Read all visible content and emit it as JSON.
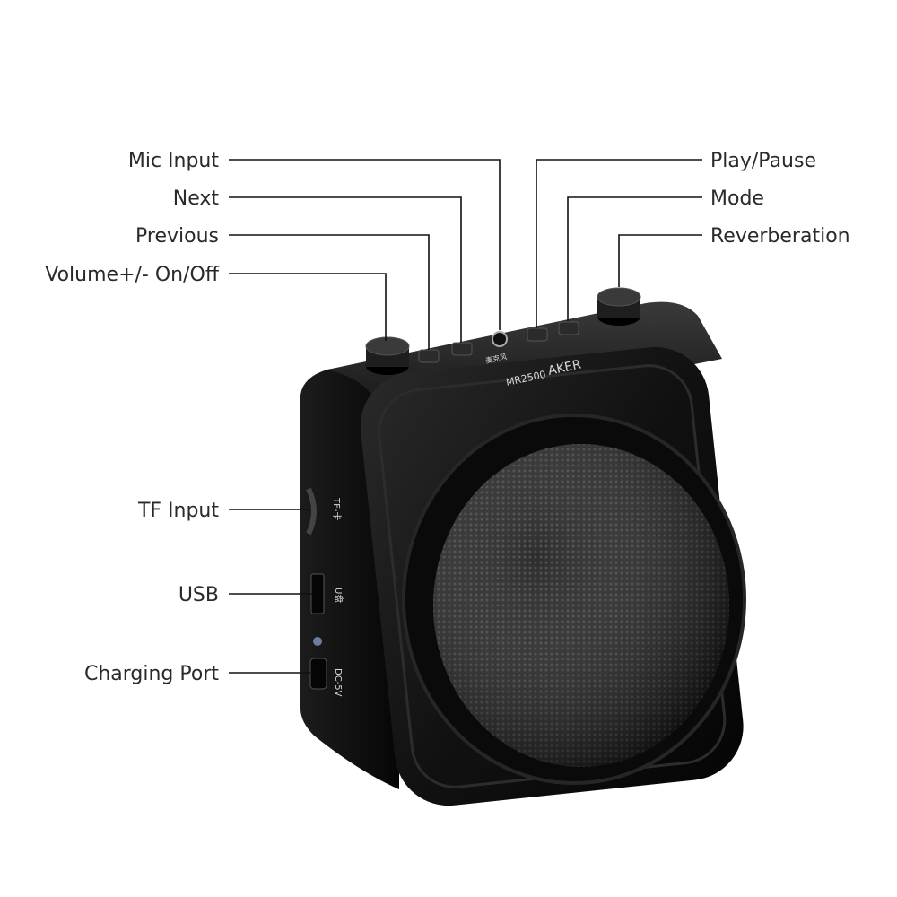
{
  "callouts": {
    "mic_input": "Mic Input",
    "next": "Next",
    "previous": "Previous",
    "volume": "Volume+/- On/Off",
    "play_pause": "Play/Pause",
    "mode": "Mode",
    "reverberation": "Reverberation",
    "tf_input": "TF Input",
    "usb": "USB",
    "charging_port": "Charging Port"
  },
  "device_print": {
    "brand": "AKER",
    "model": "MR2500",
    "port_tf": "TF-卡",
    "port_usb": "U盘",
    "port_dc": "DC-5V",
    "mic_label": "麦克风"
  },
  "colors": {
    "background": "#ffffff",
    "device_body": "#0e0e0e",
    "label_text": "#2a2a2a",
    "leader_line": "#111111"
  }
}
